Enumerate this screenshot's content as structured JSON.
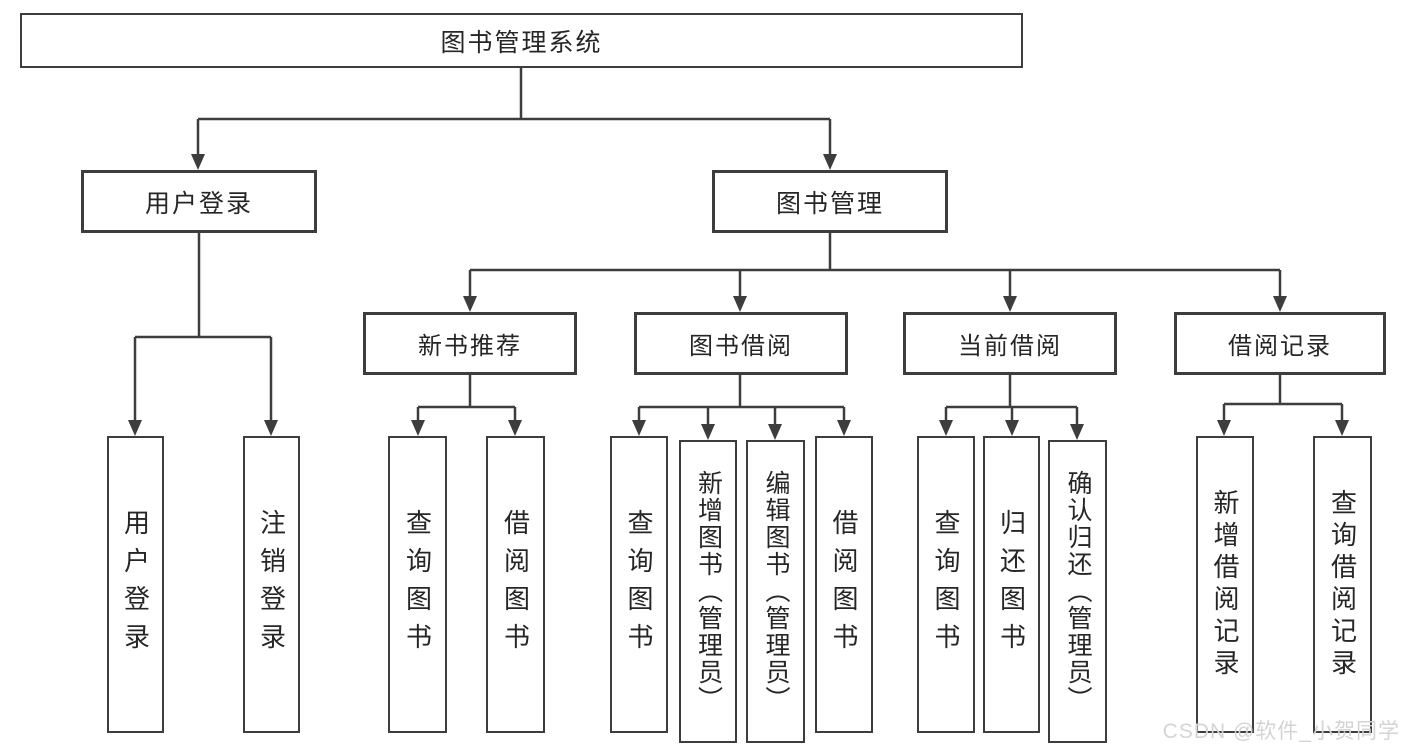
{
  "diagram": {
    "root": {
      "label": "图书管理系统"
    },
    "level2": [
      {
        "label": "用户登录"
      },
      {
        "label": "图书管理"
      }
    ],
    "level3": [
      {
        "label": "新书推荐",
        "parent": "图书管理"
      },
      {
        "label": "图书借阅",
        "parent": "图书管理"
      },
      {
        "label": "当前借阅",
        "parent": "图书管理"
      },
      {
        "label": "借阅记录",
        "parent": "图书管理"
      }
    ],
    "leaves": [
      {
        "label": "用户登录",
        "parent": "用户登录"
      },
      {
        "label": "注销登录",
        "parent": "用户登录"
      },
      {
        "label": "查询图书",
        "parent": "新书推荐"
      },
      {
        "label": "借阅图书",
        "parent": "新书推荐"
      },
      {
        "label": "查询图书",
        "parent": "图书借阅"
      },
      {
        "label": "新增图书（管理员）",
        "parent": "图书借阅"
      },
      {
        "label": "编辑图书（管理员）",
        "parent": "图书借阅"
      },
      {
        "label": "借阅图书",
        "parent": "图书借阅"
      },
      {
        "label": "查询图书",
        "parent": "当前借阅"
      },
      {
        "label": "归还图书",
        "parent": "当前借阅"
      },
      {
        "label": "确认归还（管理员）",
        "parent": "当前借阅"
      },
      {
        "label": "新增借阅记录",
        "parent": "借阅记录"
      },
      {
        "label": "查询借阅记录",
        "parent": "借阅记录"
      }
    ],
    "colors": {
      "line": "#3d3d3d",
      "box_border": "#3d3d3d",
      "text": "#262626",
      "background": "#ffffff",
      "watermark": "#d4d4d4"
    }
  },
  "watermark": {
    "text": "CSDN @软件_小贺同学"
  }
}
